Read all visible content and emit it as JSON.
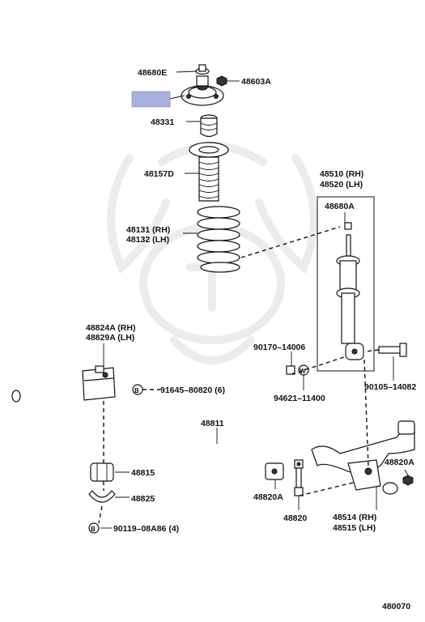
{
  "labels": {
    "p48680E": "48680E",
    "p48603A": "48603A",
    "p48331": "48331",
    "p48157D": "48157D",
    "p48131": "48131 (RH)",
    "p48132": "48132 (LH)",
    "p48510": "48510 (RH)",
    "p48520": "48520 (LH)",
    "p48680A": "48680A",
    "p48824A": "48824A (RH)",
    "p48829A": "48829A (LH)",
    "p90170": "90170–14006",
    "p94621": "94621–11400",
    "p90105": "90105–14082",
    "p91645": "91645–80820 (6)",
    "p48811": "48811",
    "p48815": "48815",
    "p48825": "48825",
    "p90119": "90119–08A86 (4)",
    "p48820A_left": "48820A",
    "p48820": "48820",
    "p48820A_right": "48820A",
    "p48514": "48514 (RH)",
    "p48515": "48515 (LH)",
    "diagram_number": "480070"
  },
  "markers": {
    "bolt_b": "B",
    "washer_w": "W"
  },
  "colors": {
    "highlight": "#aab0dc",
    "ink": "#111111",
    "watermark": "#ececec"
  }
}
